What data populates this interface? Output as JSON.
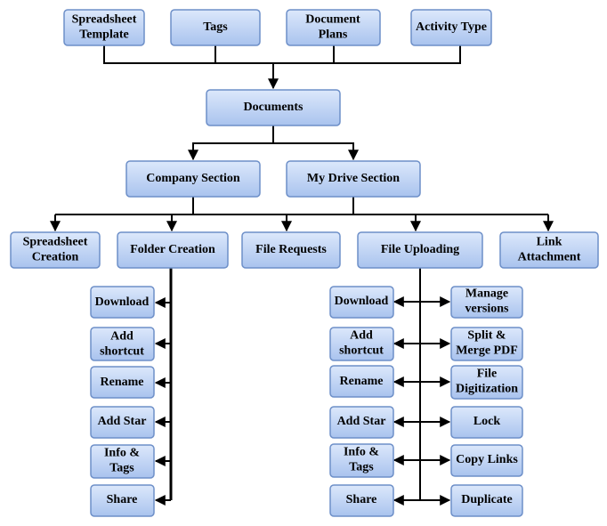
{
  "nodes": {
    "spreadsheet_template": "Spreadsheet\nTemplate",
    "tags": "Tags",
    "document_plans": "Document\nPlans",
    "activity_type": "Activity Type",
    "documents": "Documents",
    "company_section": "Company Section",
    "my_drive_section": "My Drive Section",
    "spreadsheet_creation": "Spreadsheet\nCreation",
    "folder_creation": "Folder Creation",
    "file_requests": "File Requests",
    "file_uploading": "File Uploading",
    "link_attachment": "Link\nAttachment",
    "fc_download": "Download",
    "fc_add_shortcut": "Add\nshortcut",
    "fc_rename": "Rename",
    "fc_add_star": "Add Star",
    "fc_info_tags": "Info &\nTags",
    "fc_share": "Share",
    "fu_download": "Download",
    "fu_add_shortcut": "Add\nshortcut",
    "fu_rename": "Rename",
    "fu_add_star": "Add Star",
    "fu_info_tags": "Info &\nTags",
    "fu_share": "Share",
    "manage_versions": "Manage\nversions",
    "split_merge_pdf": "Split &\nMerge PDF",
    "file_digitization": "File\nDigitization",
    "lock": "Lock",
    "copy_links": "Copy Links",
    "duplicate": "Duplicate"
  }
}
